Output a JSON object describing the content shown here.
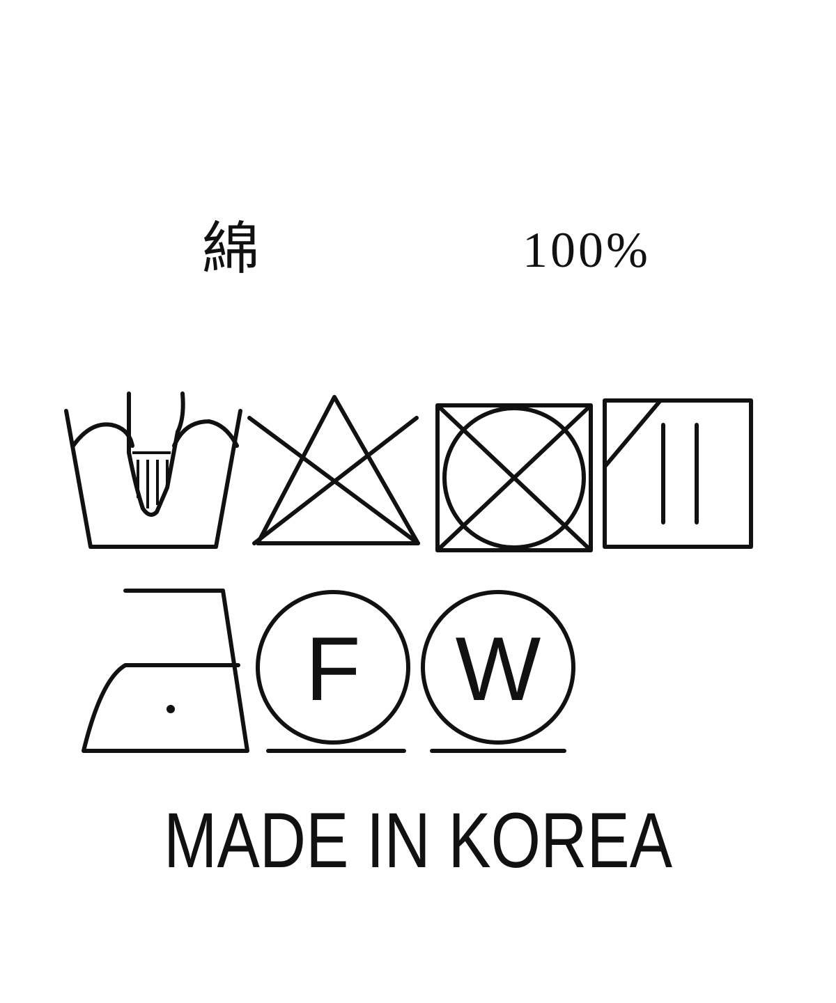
{
  "label": {
    "material": "綿",
    "percentage": "100%",
    "origin": "MADE IN KOREA"
  },
  "care_symbols": [
    {
      "icon": "hand-wash-icon"
    },
    {
      "icon": "do-not-bleach-icon"
    },
    {
      "icon": "do-not-tumble-dry-icon"
    },
    {
      "icon": "drip-dry-in-shade-icon"
    },
    {
      "icon": "iron-low-heat-icon"
    },
    {
      "icon": "professional-dry-clean-gentle-icon",
      "letter": "F"
    },
    {
      "icon": "professional-wet-clean-gentle-icon",
      "letter": "W"
    }
  ],
  "colors": {
    "ink": "#111111",
    "background": "#ffffff"
  }
}
